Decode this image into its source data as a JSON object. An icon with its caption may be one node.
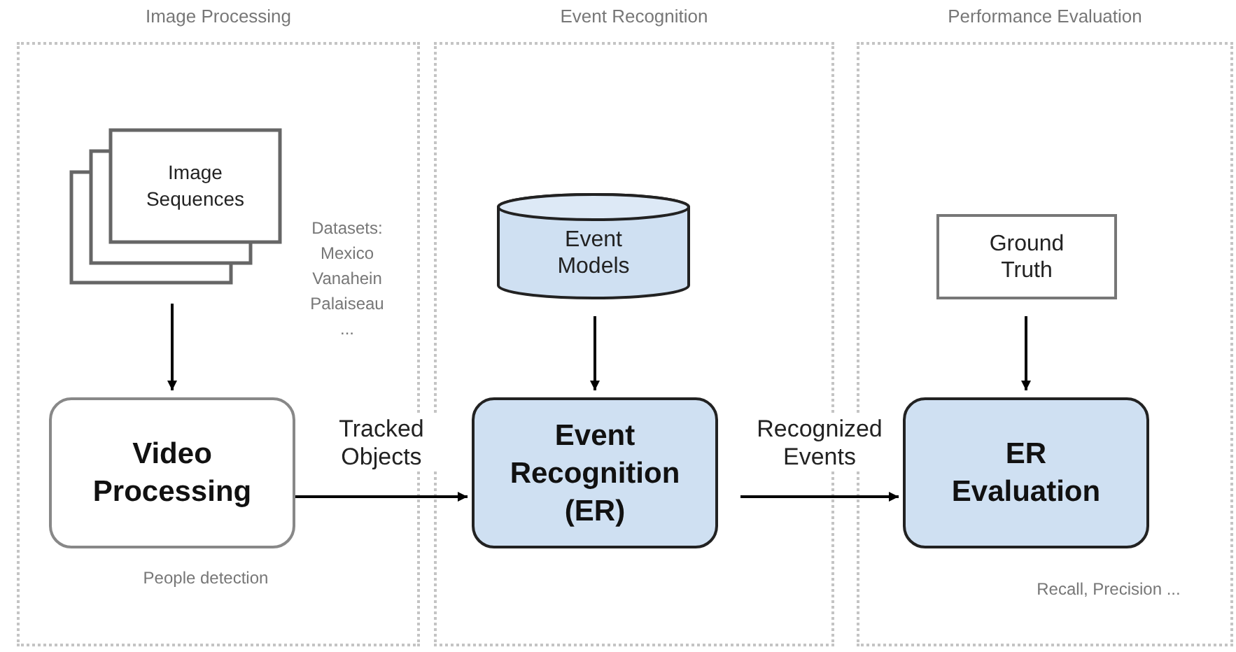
{
  "diagram": {
    "nodes": [
      {
        "text": [
          "Image Processing"
        ]
      },
      {
        "text": [
          "Event Recognition"
        ]
      },
      {
        "text": [
          "Performance Evaluation"
        ]
      },
      {
        "text": [
          "Image Sequences"
        ],
        "in": 0,
        "beside": [
          "Datasets: Mexico Vanahein Palaiseau ..."
        ]
      },
      {
        "text": [
          "Video Processing"
        ],
        "in": 0,
        "beside": [
          "People detection"
        ]
      },
      {
        "text": [
          "Event Models"
        ],
        "in": 1
      },
      {
        "text": [
          "Event Recognition (ER)"
        ],
        "in": 1
      },
      {
        "text": [
          "Ground Truth"
        ],
        "in": 2
      },
      {
        "text": [
          "ER Evaluation"
        ],
        "in": 2,
        "beside": [
          "Recall, Precision ..."
        ]
      }
    ],
    "edges": [
      {
        "from": 3,
        "to": 4,
        "arrow": "to"
      },
      {
        "from": 5,
        "to": 6,
        "arrow": "to"
      },
      {
        "from": 7,
        "to": 8,
        "arrow": "to"
      },
      {
        "from": 4,
        "to": 6,
        "arrow": "to",
        "label": "Tracked Objects"
      },
      {
        "from": 6,
        "to": 8,
        "arrow": "to",
        "label": "Recognized Events"
      }
    ]
  }
}
